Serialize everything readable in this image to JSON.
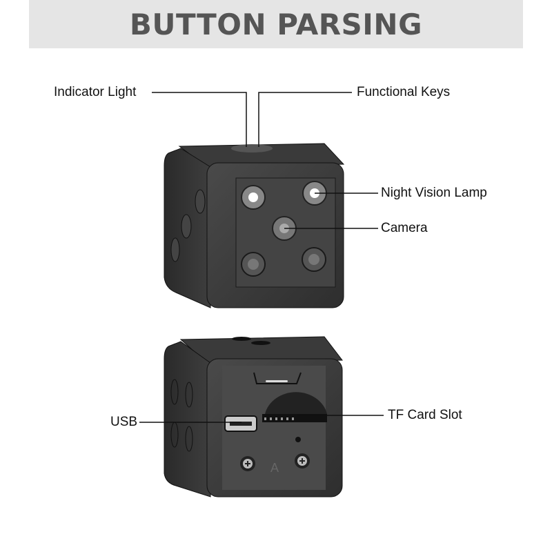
{
  "header": {
    "title": "BUTTON PARSING"
  },
  "labels": {
    "indicator_light": "Indicator Light",
    "functional_keys": "Functional Keys",
    "night_vision_lamp": "Night Vision Lamp",
    "camera": "Camera",
    "usb": "USB",
    "tf_card_slot": "TF Card Slot"
  },
  "colors": {
    "header_bg": "#e5e5e5",
    "title": "#555555",
    "body": "#2b2b2b"
  }
}
